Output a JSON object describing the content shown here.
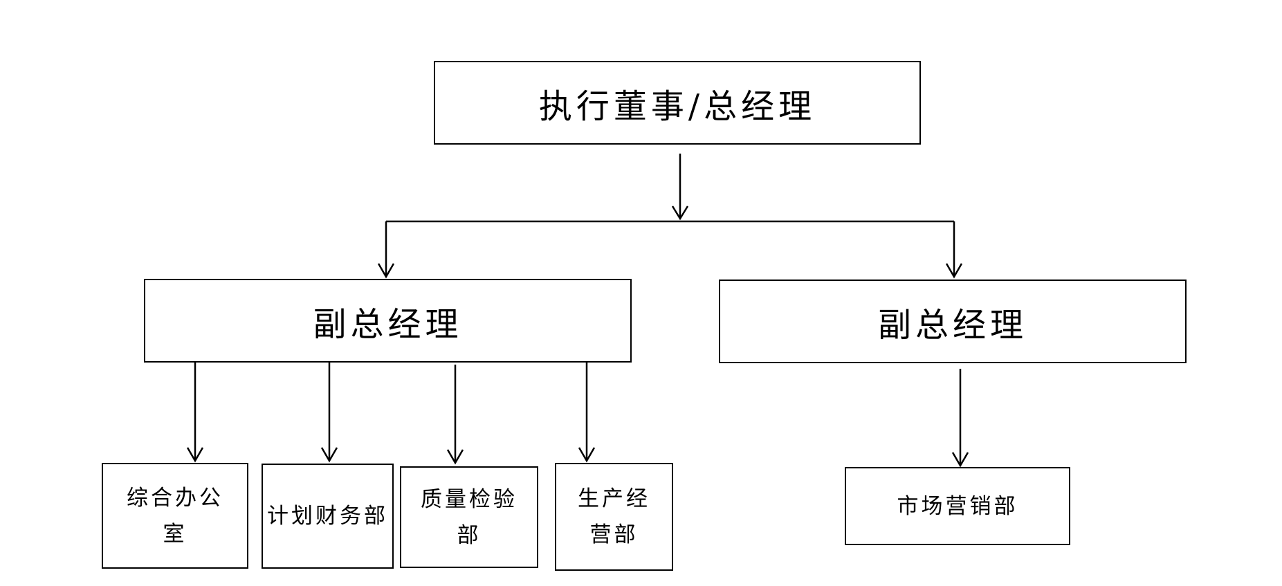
{
  "chart": {
    "top": {
      "label": "执行董事/总经理"
    },
    "deputies": [
      {
        "label": "副总经理"
      },
      {
        "label": "副总经理"
      }
    ],
    "departments": [
      {
        "label": "综合办公室"
      },
      {
        "label": "计划财务部"
      },
      {
        "label": "质量检验部"
      },
      {
        "label": "生产经营部"
      },
      {
        "label": "市场营销部"
      }
    ]
  }
}
